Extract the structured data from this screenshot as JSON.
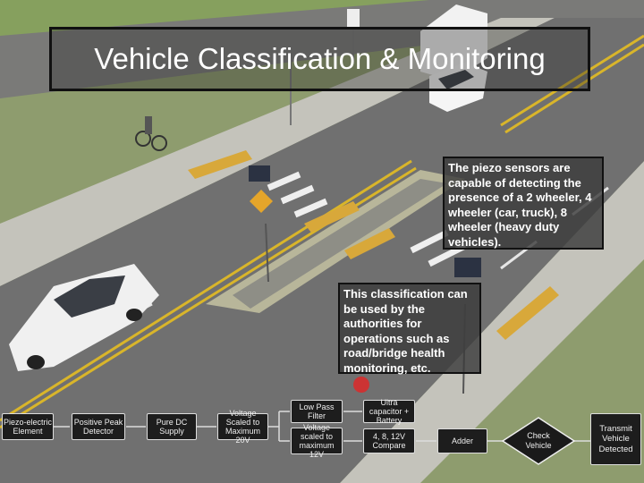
{
  "title": "Vehicle Classification & Monitoring",
  "callouts": {
    "piezo": "The piezo sensors are capable of detecting the presence of a 2 wheeler, 4 wheeler (car, truck), 8 wheeler (heavy duty vehicles).",
    "use": "This classification can be used by the authorities for operations such as road/bridge health monitoring, etc."
  },
  "flow": {
    "piezo_element": "Piezo-electric Element",
    "peak_detector": "Positive Peak Detector",
    "dc_supply": "Pure DC Supply",
    "scaled_20v": "Voltage Scaled to Maximum 20V",
    "low_pass": "Low Pass Filter",
    "scaled_12v": "Voltage scaled to maximum 12V",
    "ultracap": "Ultra capacitor + Battery",
    "compare": "4, 8, 12V Compare",
    "adder": "Adder",
    "check": "Check Vehicle",
    "transmit": "Transmit Vehicle Detected"
  },
  "colors": {
    "grass": "#8a9a6a",
    "road": "#6e6e6e",
    "sidewalk": "#bdbdb6",
    "yellow_line": "#d9b52a",
    "curb_yellow": "#d7b55a"
  }
}
